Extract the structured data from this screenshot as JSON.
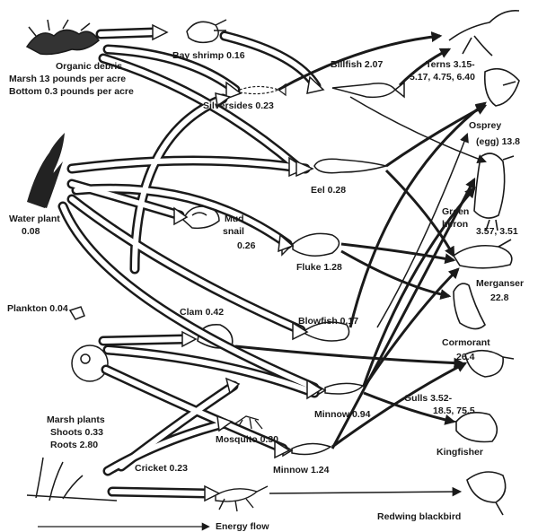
{
  "diagram": {
    "legend_label": "Energy flow",
    "colors": {
      "ink": "#1a1a1a",
      "arrow_fill": "#ffffff",
      "gray": "#555555"
    }
  },
  "nodes": {
    "organic_debris": {
      "name": "Organic debris",
      "line2": "Marsh 13 pounds per acre",
      "line3": "Bottom 0.3 pounds per acre"
    },
    "bay_shrimp": "Bay shrimp 0.16",
    "silversides": "Silversides 0.23",
    "billfish": "Billfish 2.07",
    "terns": {
      "line1": "Terns 3.15-",
      "line2": "5.17, 4.75, 6.40"
    },
    "osprey": "Osprey",
    "osprey_egg": "(egg) 13.8",
    "water_plant": {
      "line1": "Water plant",
      "line2": "0.08"
    },
    "eel": "Eel 0.28",
    "mud_snail": {
      "line1": "Mud",
      "line2": "snail",
      "line3": "0.26"
    },
    "green_heron": {
      "line1": "Green",
      "line2": "heron",
      "line3": "3.57, 3.51"
    },
    "fluke": "Fluke 1.28",
    "merganser": {
      "line1": "Merganser",
      "line2": "22.8"
    },
    "plankton": "Plankton 0.04",
    "clam": "Clam 0.42",
    "blowfish": "Blowfish 0.17",
    "cormorant": {
      "line1": "Cormorant",
      "line2": "26.4"
    },
    "gulls": {
      "line1": "Gulls 3.52-",
      "line2": "18.5, 75.5"
    },
    "minnow_1": "Minnow 0.94",
    "marsh_plants": {
      "line1": "Marsh plants",
      "line2": "Shoots 0.33",
      "line3": "Roots 2.80"
    },
    "mosquito": "Mosquito 0.30",
    "kingfisher": "Kingfisher",
    "cricket": "Cricket 0.23",
    "minnow_2": "Minnow 1.24",
    "redwing": "Redwing blackbird"
  },
  "flows": [
    [
      "organic_debris",
      "bay_shrimp"
    ],
    [
      "organic_debris",
      "silversides"
    ],
    [
      "organic_debris",
      "eel"
    ],
    [
      "bay_shrimp",
      "billfish"
    ],
    [
      "silversides",
      "billfish"
    ],
    [
      "silversides",
      "terns"
    ],
    [
      "water_plant",
      "eel"
    ],
    [
      "water_plant",
      "mud_snail"
    ],
    [
      "water_plant",
      "fluke"
    ],
    [
      "water_plant",
      "blowfish"
    ],
    [
      "water_plant",
      "minnow_1"
    ],
    [
      "water_plant",
      "bay_shrimp"
    ],
    [
      "mud_snail",
      "blowfish"
    ],
    [
      "plankton",
      "clam"
    ],
    [
      "plankton",
      "minnow_1"
    ],
    [
      "plankton",
      "minnow_2"
    ],
    [
      "plankton",
      "silversides"
    ],
    [
      "clam",
      "gulls"
    ],
    [
      "marsh_plants",
      "mosquito"
    ],
    [
      "marsh_plants",
      "cricket"
    ],
    [
      "marsh_plants",
      "redwing"
    ],
    [
      "eel",
      "osprey"
    ],
    [
      "eel",
      "merganser"
    ],
    [
      "fluke",
      "merganser"
    ],
    [
      "fluke",
      "cormorant"
    ],
    [
      "blowfish",
      "osprey"
    ],
    [
      "minnow_1",
      "green_heron"
    ],
    [
      "minnow_1",
      "kingfisher"
    ],
    [
      "minnow_2",
      "gulls"
    ],
    [
      "minnow_2",
      "osprey"
    ],
    [
      "billfish",
      "terns"
    ],
    [
      "cricket",
      "redwing"
    ]
  ]
}
